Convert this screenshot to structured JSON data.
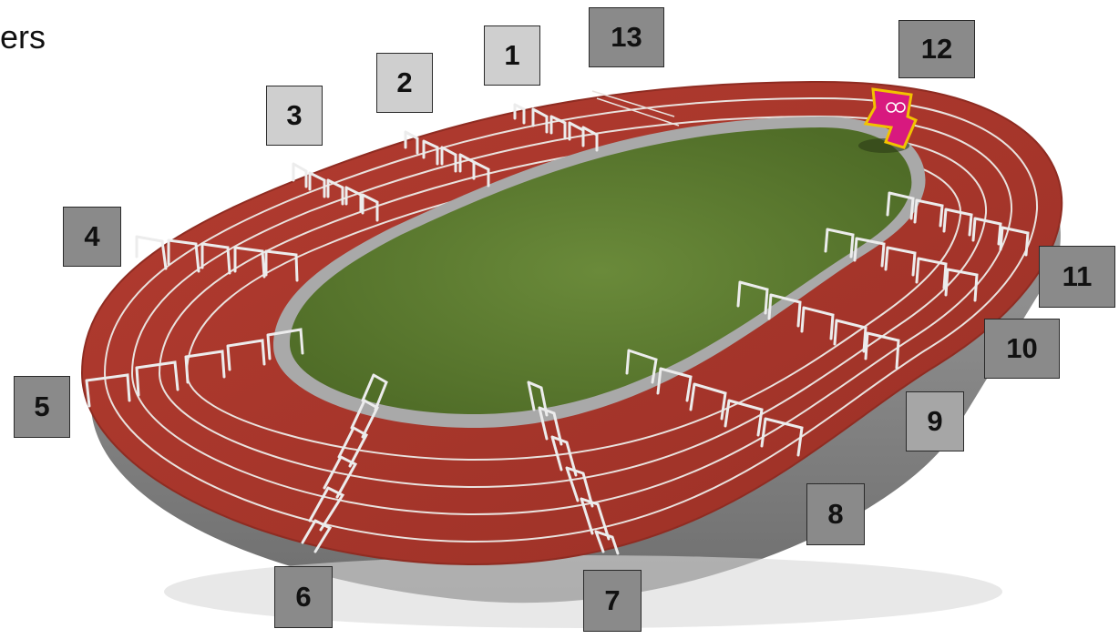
{
  "header": {
    "partial_title": "ers"
  },
  "colors": {
    "track": "#a8362c",
    "track_shadow": "#7f2820",
    "lane_line": "#e9e2de",
    "infield": "#5d7a32",
    "infield_dark": "#46601f",
    "base_side": "#8d8d8d",
    "curb": "#a9a9a9",
    "hurdle": "#e6e6e6",
    "logo": "#d8197f",
    "logo_outline": "#f2c200",
    "box_light": "#cfcfcf",
    "box_mid": "#a6a6a6",
    "box_dark": "#8a8a8a"
  },
  "markers": [
    {
      "label": "1",
      "tone": "light",
      "icon": "hurdle-position-marker"
    },
    {
      "label": "2",
      "tone": "light",
      "icon": "hurdle-position-marker"
    },
    {
      "label": "3",
      "tone": "light",
      "icon": "hurdle-position-marker"
    },
    {
      "label": "4",
      "tone": "dark",
      "icon": "hurdle-position-marker"
    },
    {
      "label": "5",
      "tone": "dark",
      "icon": "hurdle-position-marker"
    },
    {
      "label": "6",
      "tone": "dark",
      "icon": "hurdle-position-marker"
    },
    {
      "label": "7",
      "tone": "dark",
      "icon": "hurdle-position-marker"
    },
    {
      "label": "8",
      "tone": "dark",
      "icon": "hurdle-position-marker"
    },
    {
      "label": "9",
      "tone": "mid",
      "icon": "hurdle-position-marker"
    },
    {
      "label": "10",
      "tone": "dark",
      "icon": "hurdle-position-marker"
    },
    {
      "label": "11",
      "tone": "dark",
      "icon": "hurdle-position-marker"
    },
    {
      "label": "12",
      "tone": "dark",
      "icon": "hurdle-position-marker"
    },
    {
      "label": "13",
      "tone": "dark",
      "icon": "hurdle-position-marker"
    }
  ],
  "logo": {
    "icon": "olympic-2012-logo-icon"
  }
}
